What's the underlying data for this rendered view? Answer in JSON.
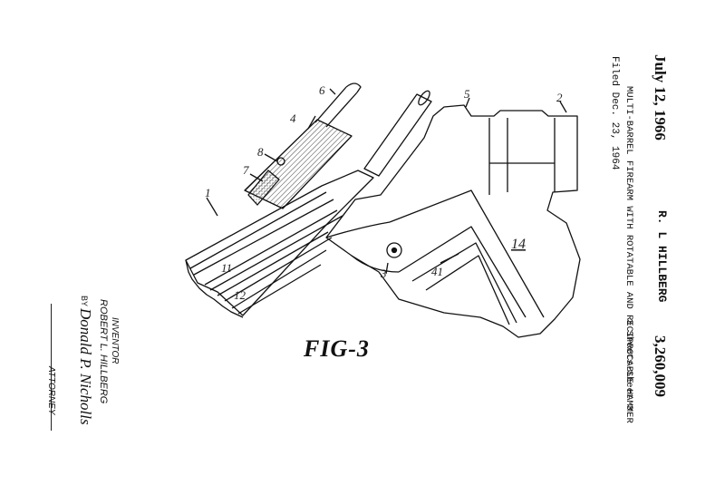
{
  "header": {
    "date": "July 12, 1966",
    "inventor_short": "R. L HILLBERG",
    "patent_number": "3,260,009",
    "title": "MULTI-BARREL FIREARM WITH ROTATABLE AND RECIPROCABLE HAMMER",
    "filed": "Filed Dec. 23, 1964",
    "sheets": "3 Sheets-Sheet 3"
  },
  "figure": {
    "caption": "FIG-3",
    "part_numbers": [
      "1",
      "2",
      "3",
      "4",
      "5",
      "6",
      "7",
      "8",
      "11",
      "12",
      "14",
      "41"
    ]
  },
  "signature_block": {
    "inventor_label": "INVENTOR",
    "inventor_name": "ROBERT L. HILLBERG",
    "by": "BY",
    "signature": "Donald P. Nicholls",
    "attorney": "ATTORNEY"
  },
  "colors": {
    "ink": "#111111",
    "paper": "#ffffff",
    "hatch": "#444444"
  }
}
